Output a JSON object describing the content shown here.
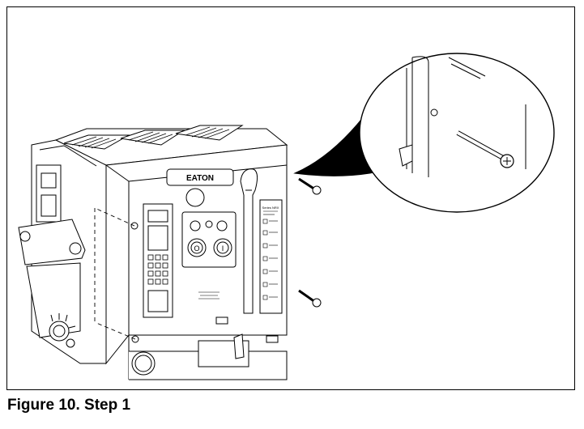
{
  "figure": {
    "caption": "Figure 10. Step 1",
    "nameplate_logo": "EATON",
    "side_label_title": "Series NRX"
  },
  "colors": {
    "line": "#000000",
    "panel_gray": "#d9d9d9",
    "fill_white": "#ffffff"
  },
  "icons": [
    "screw-icon",
    "breaker-illustration",
    "detail-magnifier"
  ]
}
